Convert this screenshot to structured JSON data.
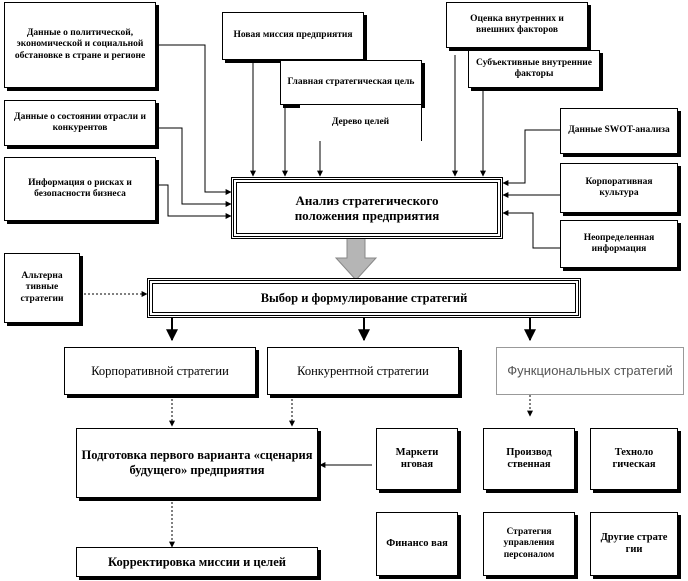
{
  "boxes": {
    "political_data": "Данные о политической, экономической и социальной обстановке в стране и регионе",
    "industry_data": "Данные о состоянии отрасли и конкурентов",
    "risk_info": "Информация о рисках и безопасности бизнеса",
    "new_mission": "Новая миссия предприятия",
    "main_goal": "Главная стратегическая цель",
    "goal_tree": "Дерево целей",
    "factors_eval": "Оценка внутренних и внешних факторов",
    "subjective_factors": "Субъективные внутренние факторы",
    "swot_data": "Данные SWOT-анализа",
    "corp_culture": "Корпоративная культура",
    "uncertain_info": "Неопределенная информация",
    "analysis": "Анализ стратегического положения предприятия",
    "alternative": "Альтерна тивные стратегии",
    "choice": "Выбор и формулирование стратегий",
    "corporate": "Корпоративной стратегии",
    "competitive": "Конкурентной стратегии",
    "functional": "Функциональных стратегий",
    "scenario": "Подготовка первого варианта «сценария будущего» предприятия",
    "correction": "Корректировка миссии и целей",
    "marketing": "Маркети нговая",
    "production": "Производ ственная",
    "technology": "Техноло гическая",
    "finance": "Финансо вая",
    "personnel": "Стратегия управления персоналом",
    "other": "Другие страте гии"
  }
}
